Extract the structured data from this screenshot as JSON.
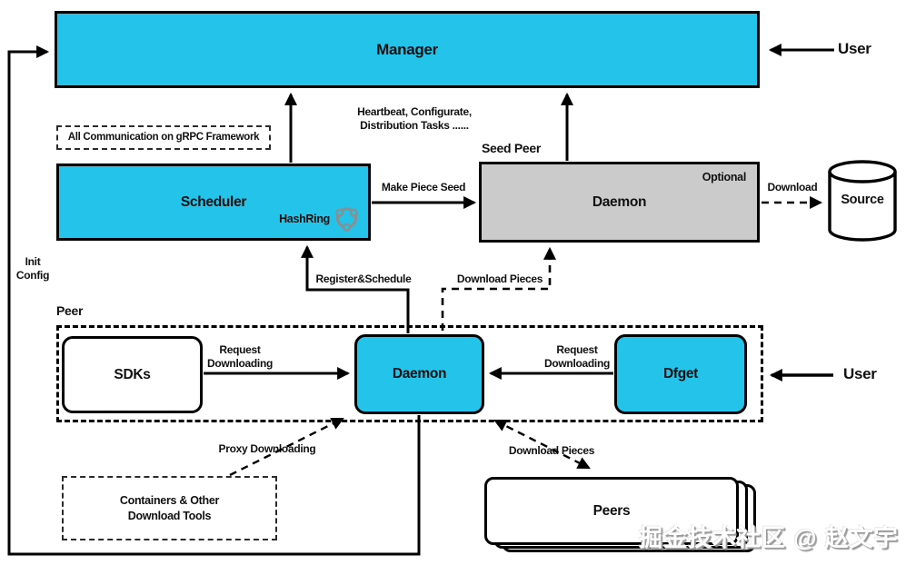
{
  "colors": {
    "cyan": "#24c3ea",
    "gray": "#cbcbcb"
  },
  "nodes": {
    "manager": {
      "label": "Manager"
    },
    "grpc_note": {
      "label": "All Communication on gRPC Framework"
    },
    "scheduler": {
      "label": "Scheduler",
      "hashring_label": "HashRing"
    },
    "seed_daemon": {
      "label": "Daemon",
      "tag": "Optional",
      "group_label": "Seed Peer"
    },
    "source": {
      "label": "Source"
    },
    "peer_group": {
      "label": "Peer"
    },
    "sdks": {
      "label": "SDKs"
    },
    "peer_daemon": {
      "label": "Daemon"
    },
    "dfget": {
      "label": "Dfget"
    },
    "containers": {
      "line1": "Containers & Other",
      "line2": "Download Tools"
    },
    "peers": {
      "label": "Peers"
    }
  },
  "edges": {
    "user_top": "User",
    "user_right": "User",
    "heartbeat_line1": "Heartbeat, Configurate,",
    "heartbeat_line2": "Distribution Tasks ......",
    "make_piece_seed": "Make Piece Seed",
    "download": "Download",
    "init_line1": "Init",
    "init_line2": "Config",
    "register_schedule": "Register&Schedule",
    "download_pieces_upper": "Download Pieces",
    "request_downloading_left_l1": "Request",
    "request_downloading_left_l2": "Downloading",
    "request_downloading_right_l1": "Request",
    "request_downloading_right_l2": "Downloading",
    "proxy_downloading": "Proxy Downloading",
    "download_pieces_lower": "Download Pieces"
  },
  "watermark": "掘金技术社区 @ 赵文宇"
}
